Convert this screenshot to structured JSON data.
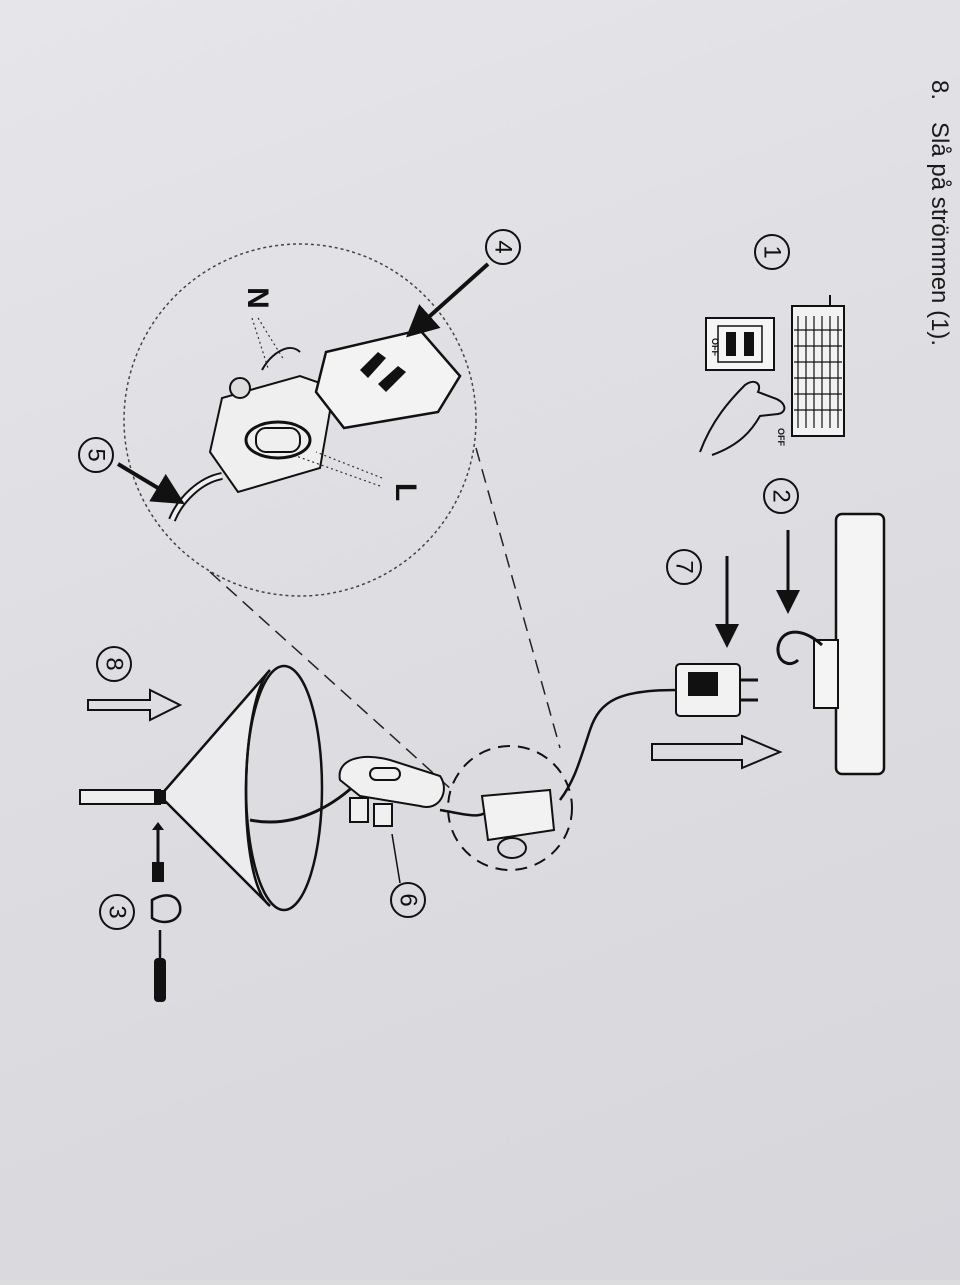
{
  "instruction": {
    "number": "8.",
    "text": "Slå på strömmen (1)."
  },
  "callouts": {
    "c1": "1",
    "c2": "2",
    "c3": "3",
    "c4": "4",
    "c5": "5",
    "c6": "6",
    "c7": "7",
    "c8": "8"
  },
  "wire_labels": {
    "neutral": "N",
    "live": "L"
  },
  "switch_labels": {
    "off_1": "OFF",
    "off_2": "OFF"
  },
  "colors": {
    "paper": "#e2e2e6",
    "ink": "#111111"
  }
}
